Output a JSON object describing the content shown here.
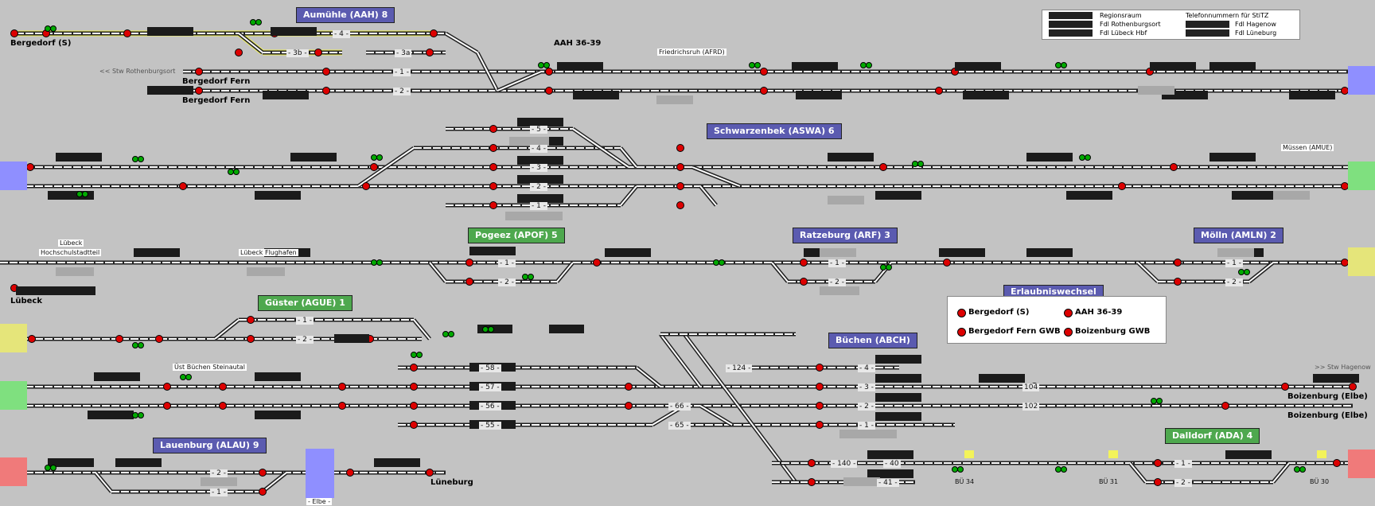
{
  "colors": {
    "background": "#c3c3c3",
    "track": "#ffffff",
    "track_dark": "#202020",
    "signal_red": "#dd0000",
    "signal_green": "#00aa00",
    "station_blue": "#5b5bb0",
    "station_green": "#4ea84e",
    "edge_blue": "#8f8fff",
    "edge_green": "#7fe07f",
    "edge_yellow": "#e5e57a",
    "edge_red": "#f07a7a",
    "route_yellow": "#f3f35a",
    "block_dark": "#1b1b1b",
    "block_grey": "#a8a8a8"
  },
  "stations": {
    "aumuehle": "Aumühle (AAH) 8",
    "schwarzenbek": "Schwarzenbek (ASWA) 6",
    "pogeez": "Pogeez (APOF) 5",
    "ratzeburg": "Ratzeburg (ARF) 3",
    "moelln": "Mölln (AMLN) 2",
    "guester": "Güster (AGUE) 1",
    "buechen": "Büchen (ABCH)",
    "lauenburg": "Lauenburg (ALAU) 9",
    "dalldorf": "Dalldorf (ADA) 4"
  },
  "places": {
    "bergedorf_s": "Bergedorf (S)",
    "aah3639": "AAH 36-39",
    "bergedorf_fern1": "Bergedorf Fern",
    "bergedorf_fern2": "Bergedorf Fern",
    "luebeck": "Lübeck",
    "lueneburg": "Lüneburg",
    "boizenburg1": "Boizenburg (Elbe)",
    "boizenburg2": "Boizenburg (Elbe)"
  },
  "small_labels": {
    "stw_rothenburgsort": "<< Stw Rothenburgsort",
    "friedrichsruh": "Friedrichsruh (AFRD)",
    "muessen": "Müssen (AMUE)",
    "luebeck_hochschul_1": "Lübeck",
    "luebeck_hochschul_2": "Hochschulstadtteil",
    "luebeck_flughafen": "Lübeck Flughafen",
    "uest_buechen": "Üst Büchen Steinautal",
    "stw_hagenow": ">> Stw Hagenow",
    "elbe": "- Elbe -",
    "bue34": "BÜ 34",
    "bue31": "BÜ 31",
    "bue30": "BÜ 30"
  },
  "track_numbers": {
    "aah_4": "- 4 -",
    "aah_3b": "- 3b -",
    "aah_3a": "- 3a",
    "aah_1": "- 1 -",
    "aah_2": "- 2 -",
    "aswa_5": "- 5 -",
    "aswa_4": "- 4 -",
    "aswa_3": "- 3 -",
    "aswa_2": "- 2 -",
    "aswa_1": "- 1 -",
    "apof_1": "- 1 -",
    "apof_2": "- 2 -",
    "arf_1": "- 1 -",
    "arf_2": "- 2 -",
    "amln_1": "- 1 -",
    "amln_2": "- 2 -",
    "ague_1": "- 1 -",
    "ague_2": "- 2 -",
    "abch_58": "- 58 -",
    "abch_57": "- 57 -",
    "abch_56": "- 56 -",
    "abch_55": "- 55 -",
    "abch_66": "- 66 -",
    "abch_65": "- 65 -",
    "abch_124": "- 124 -",
    "abch_4": "- 4 -",
    "abch_3": "- 3 -",
    "abch_2": "- 2 -",
    "abch_1": "- 1 -",
    "abch_104": "104",
    "abch_102": "102",
    "abch_140": "- 140 -",
    "abch_40": "- 40",
    "abch_41": "- 41 -",
    "alau_2": "- 2 -",
    "alau_1": "- 1 -",
    "ada_1": "- 1 -",
    "ada_2": "- 2 -"
  },
  "legend": {
    "regionsraum": "Regionsraum",
    "fdl_rothenburgsort": "Fdl Rothenburgsort",
    "fdl_luebeck": "Fdl Lübeck Hbf",
    "telefon": "Telefonnummern für StiTZ",
    "fdl_hagenow": "Fdl Hagenow",
    "fdl_lueneburg": "Fdl Lüneburg"
  },
  "erlaubniswechsel": {
    "title": "Erlaubniswechsel",
    "items": [
      "Bergedorf (S)",
      "AAH 36-39",
      "Bergedorf Fern GWB",
      "Boizenburg GWB"
    ]
  }
}
